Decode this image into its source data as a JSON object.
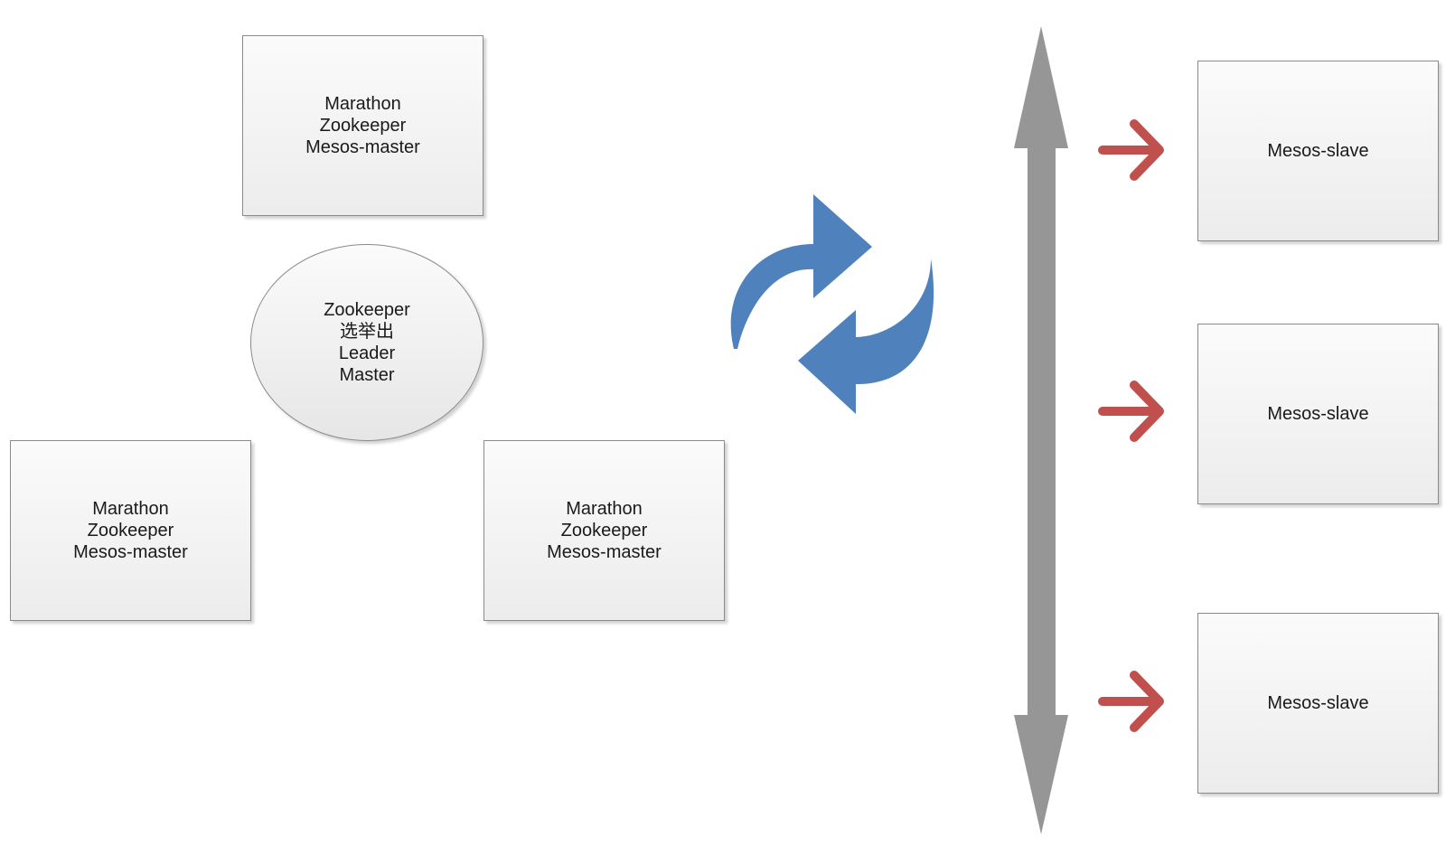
{
  "masters": [
    {
      "lines": [
        "Marathon",
        "Zookeeper",
        "Mesos-master"
      ]
    },
    {
      "lines": [
        "Marathon",
        "Zookeeper",
        "Mesos-master"
      ]
    },
    {
      "lines": [
        "Marathon",
        "Zookeeper",
        "Mesos-master"
      ]
    }
  ],
  "leader": {
    "lines": [
      "Zookeeper",
      "选举出",
      "Leader",
      "Master"
    ]
  },
  "slaves": [
    {
      "label": "Mesos-slave"
    },
    {
      "label": "Mesos-slave"
    },
    {
      "label": "Mesos-slave"
    }
  ],
  "colors": {
    "sync_arrows": "#4f81bd",
    "bus": "#969696",
    "slave_arrows": "#c0504d"
  }
}
